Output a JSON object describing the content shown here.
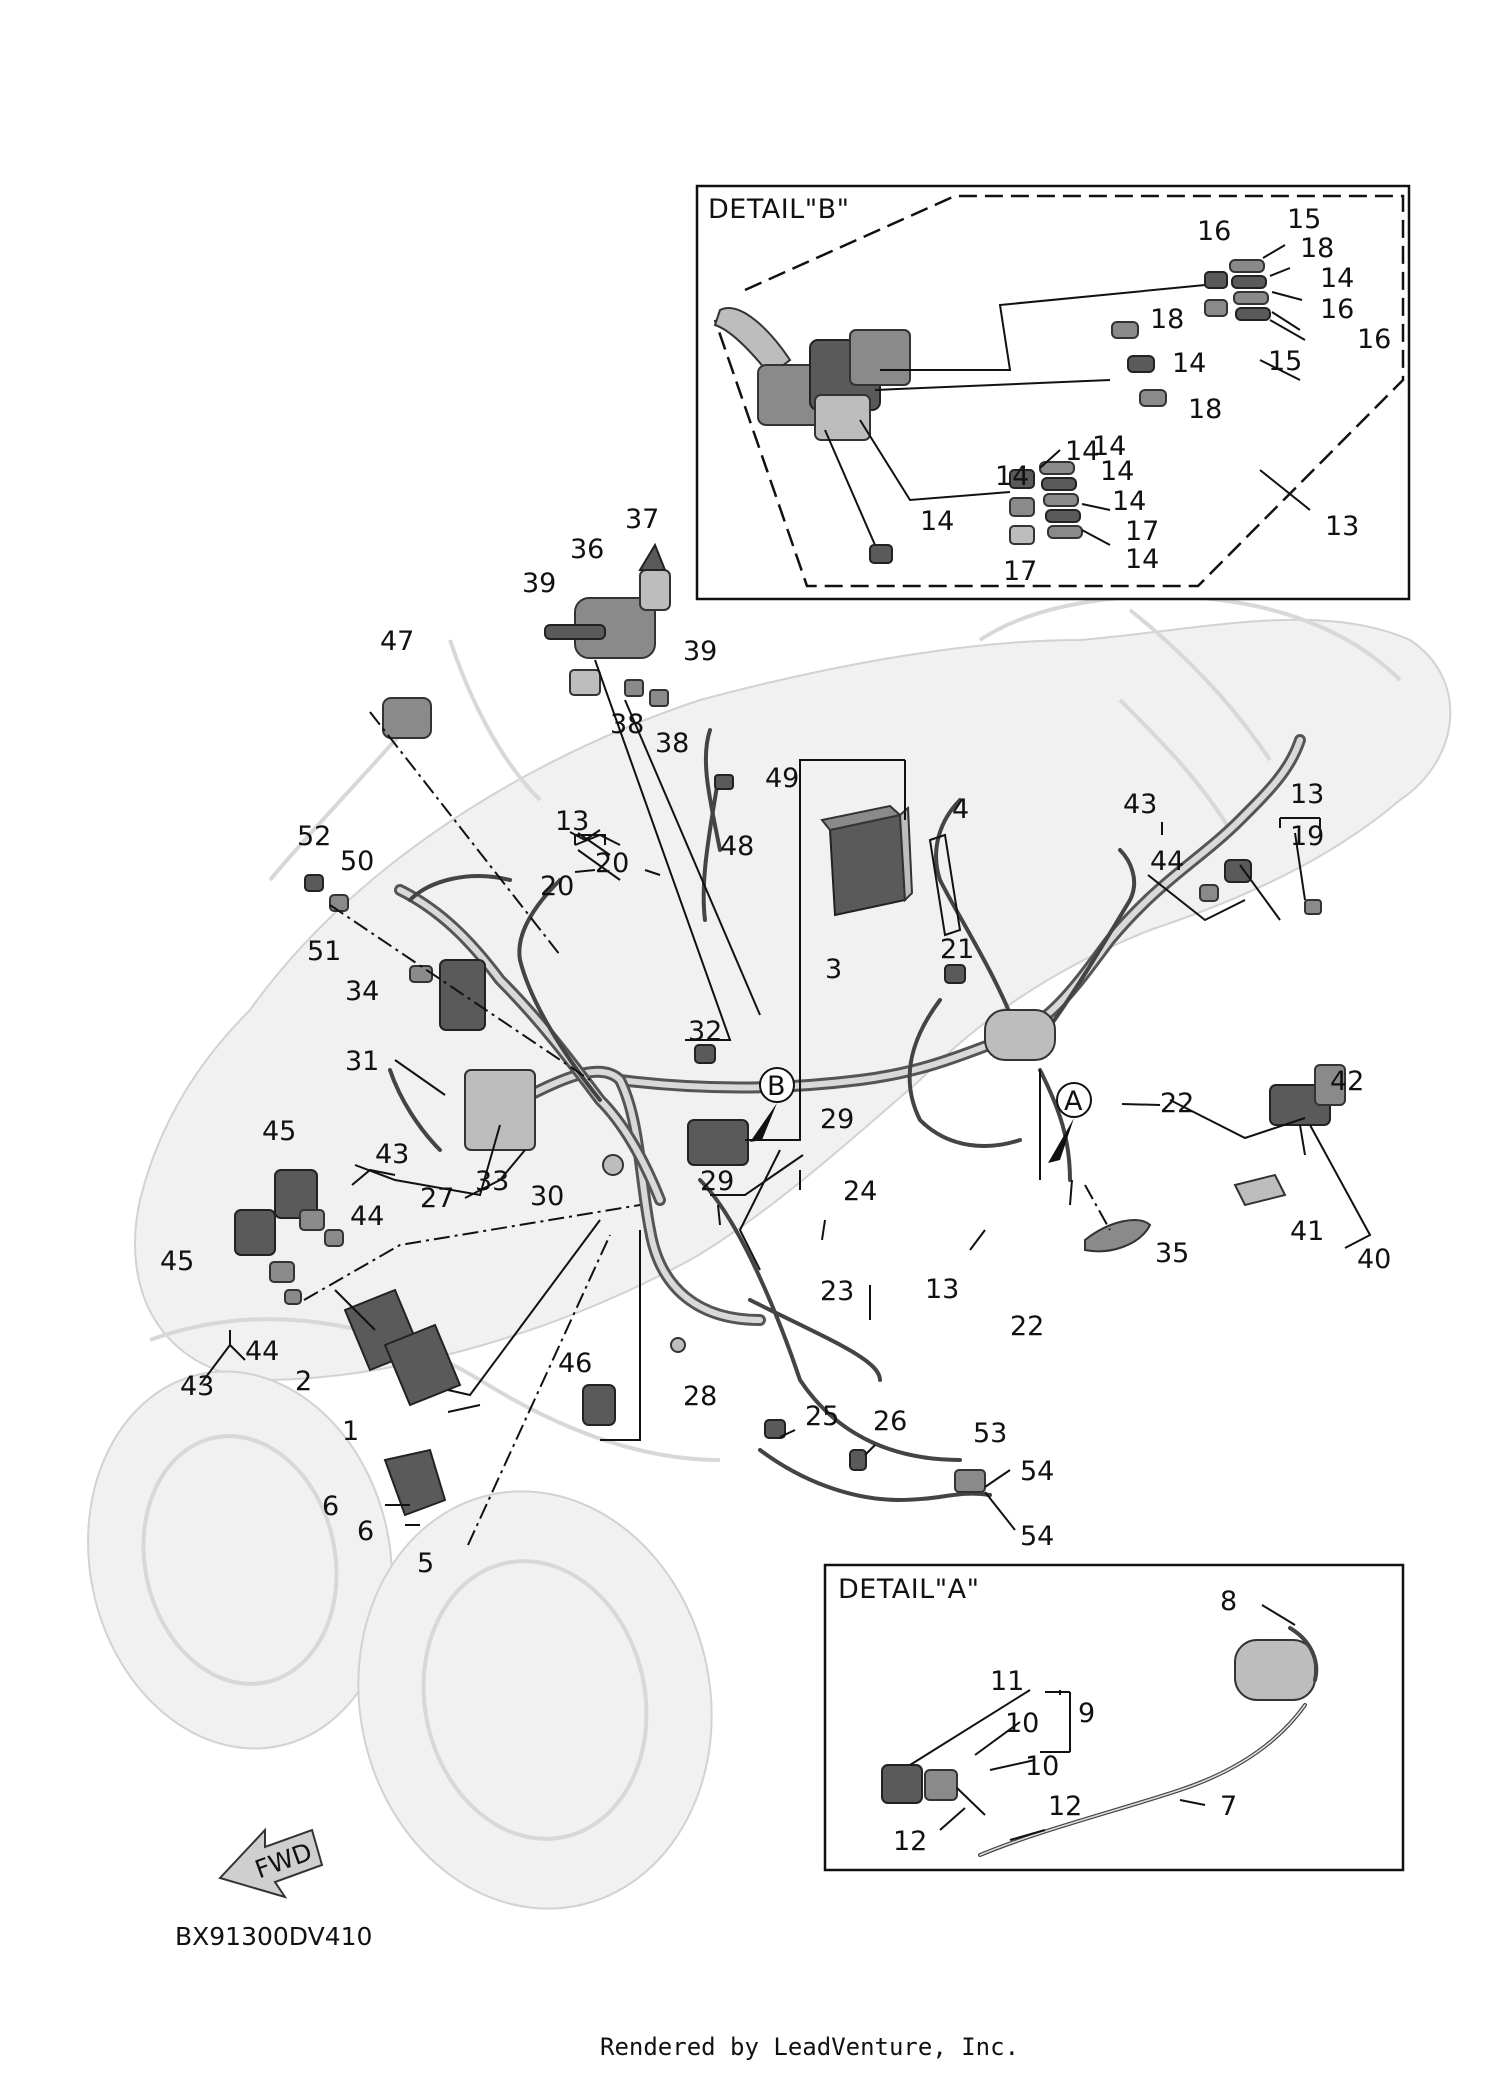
{
  "diagram": {
    "code": "BX91300DV410",
    "footer": "Rendered by LeadVenture, Inc.",
    "direction_label": "FWD",
    "detail_b": {
      "title": "DETAIL\"B\"",
      "callouts": [
        "16",
        "15",
        "18",
        "14",
        "16",
        "16",
        "15",
        "18",
        "14",
        "18",
        "14",
        "14",
        "14",
        "14",
        "14",
        "17",
        "14",
        "17",
        "14",
        "13"
      ]
    },
    "detail_a": {
      "title": "DETAIL\"A\"",
      "callouts": [
        "8",
        "11",
        "9",
        "10",
        "10",
        "12",
        "12",
        "7"
      ]
    },
    "markers": [
      "A",
      "B"
    ],
    "main_callouts": [
      "37",
      "36",
      "39",
      "39",
      "38",
      "38",
      "47",
      "49",
      "48",
      "4",
      "3",
      "13",
      "20",
      "20",
      "52",
      "50",
      "51",
      "34",
      "31",
      "32",
      "21",
      "22",
      "42",
      "43",
      "44",
      "13",
      "19",
      "45",
      "43",
      "44",
      "33",
      "27",
      "30",
      "29",
      "29",
      "24",
      "45",
      "43",
      "44",
      "2",
      "1",
      "46",
      "28",
      "23",
      "13",
      "22",
      "35",
      "41",
      "40",
      "25",
      "26",
      "53",
      "54",
      "54",
      "6",
      "6",
      "5"
    ]
  }
}
